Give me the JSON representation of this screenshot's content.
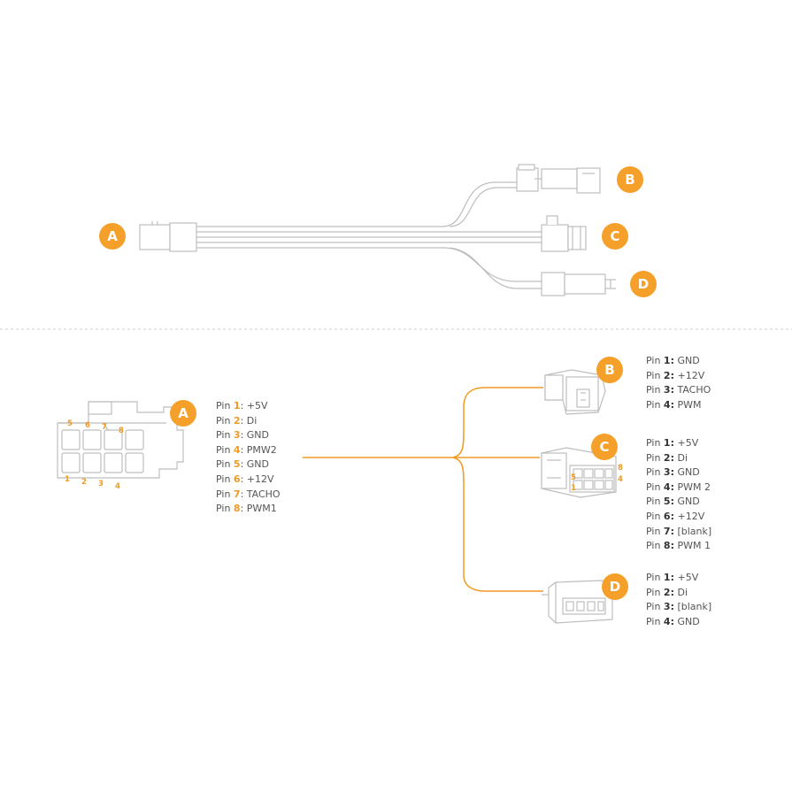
{
  "colors": {
    "accent": "#f5a02a",
    "line": "#bdbdbd",
    "text": "#555555"
  },
  "top_badges": {
    "a": "A",
    "b": "B",
    "c": "C",
    "d": "D"
  },
  "bottom_badges": {
    "a": "A",
    "b": "B",
    "c": "C",
    "d": "D"
  },
  "connector_a_numbers": {
    "top": [
      "5",
      "6",
      "7",
      "8"
    ],
    "bottom": [
      "1",
      "2",
      "3",
      "4"
    ]
  },
  "connector_c_numbers": {
    "left_top": "5",
    "left_bottom": "1",
    "right_top": "8",
    "right_bottom": "4"
  },
  "pinouts": {
    "a": [
      {
        "label": "Pin ",
        "num": "1",
        "value": ": +5V"
      },
      {
        "label": "Pin ",
        "num": "2",
        "value": ": Di"
      },
      {
        "label": "Pin ",
        "num": "3",
        "value": ": GND"
      },
      {
        "label": "Pin ",
        "num": "4",
        "value": ": PMW2"
      },
      {
        "label": "Pin ",
        "num": "5",
        "value": ": GND"
      },
      {
        "label": "Pin ",
        "num": "6",
        "value": ": +12V"
      },
      {
        "label": "Pin ",
        "num": "7",
        "value": ": TACHO"
      },
      {
        "label": "Pin ",
        "num": "8",
        "value": ": PWM1"
      }
    ],
    "b": [
      {
        "label": "Pin ",
        "num": "1:",
        "value": " GND"
      },
      {
        "label": "Pin ",
        "num": "2:",
        "value": " +12V"
      },
      {
        "label": "Pin ",
        "num": "3:",
        "value": " TACHO"
      },
      {
        "label": "Pin ",
        "num": "4:",
        "value": " PWM"
      }
    ],
    "c": [
      {
        "label": "Pin ",
        "num": "1:",
        "value": " +5V"
      },
      {
        "label": "Pin ",
        "num": "2:",
        "value": "  Di"
      },
      {
        "label": "Pin ",
        "num": "3:",
        "value": " GND"
      },
      {
        "label": "Pin ",
        "num": "4:",
        "value": " PWM 2"
      },
      {
        "label": "Pin ",
        "num": "5:",
        "value": " GND"
      },
      {
        "label": "Pin ",
        "num": "6:",
        "value": " +12V"
      },
      {
        "label": "Pin ",
        "num": "7:",
        "value": " [blank]"
      },
      {
        "label": "Pin ",
        "num": "8:",
        "value": " PWM 1"
      }
    ],
    "d": [
      {
        "label": "Pin ",
        "num": "1:",
        "value": " +5V"
      },
      {
        "label": "Pin ",
        "num": "2:",
        "value": "  Di"
      },
      {
        "label": "Pin ",
        "num": "3:",
        "value": " [blank]"
      },
      {
        "label": "Pin ",
        "num": "4:",
        "value": " GND"
      }
    ]
  }
}
